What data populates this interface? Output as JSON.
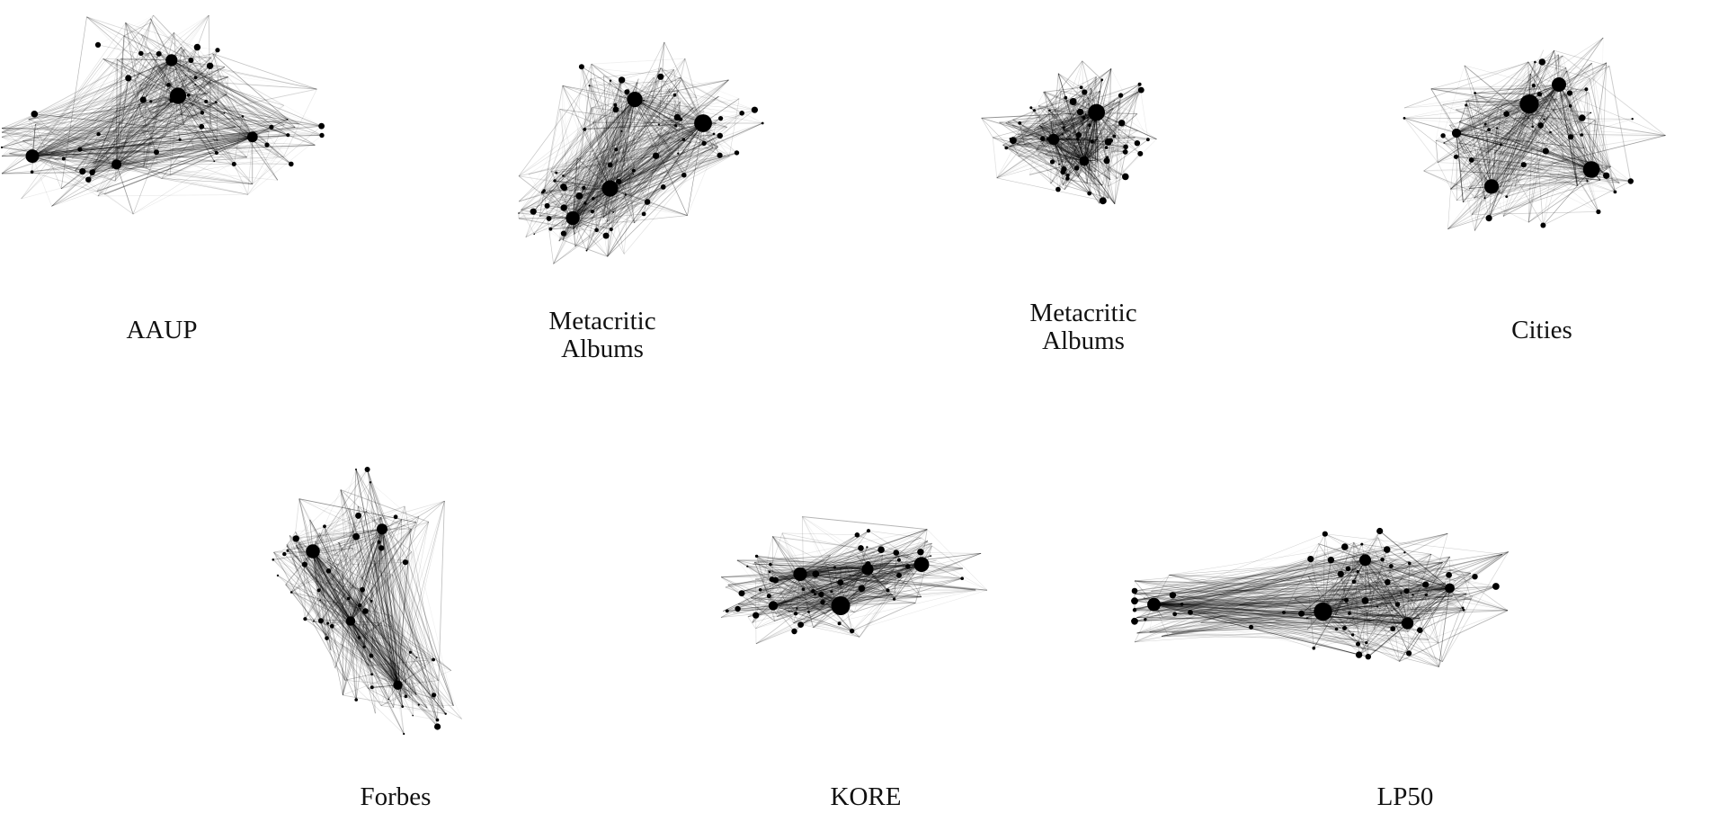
{
  "graphs": [
    {
      "id": "aaup",
      "label": "AAUP",
      "seed": 11,
      "nodes": 150,
      "hubs": 4,
      "colors": {
        "edge": "#000000",
        "node": "#000000"
      }
    },
    {
      "id": "meta1",
      "label": [
        "Metacritic",
        "Albums"
      ],
      "seed": 23,
      "nodes": 170,
      "hubs": 3
    },
    {
      "id": "meta2",
      "label": [
        "Metacritic",
        "Albums"
      ],
      "seed": 37,
      "nodes": 170,
      "hubs": 2
    },
    {
      "id": "cities",
      "label": "Cities",
      "seed": 41,
      "nodes": 130,
      "hubs": 4
    },
    {
      "id": "forbes",
      "label": "Forbes",
      "seed": 53,
      "nodes": 150,
      "hubs": 3
    },
    {
      "id": "kore",
      "label": "KORE",
      "seed": 67,
      "nodes": 140,
      "hubs": 4
    },
    {
      "id": "lp50",
      "label": "LP50",
      "seed": 79,
      "nodes": 160,
      "hubs": 4
    }
  ]
}
